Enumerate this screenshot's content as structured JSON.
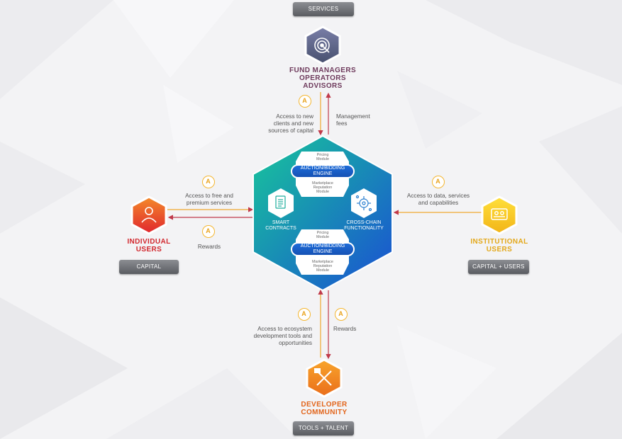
{
  "tags": {
    "services": "SERVICES",
    "capital": "CAPITAL",
    "capital_users": "CAPITAL + USERS",
    "tools_talent": "TOOLS + TALENT"
  },
  "nodes": {
    "fund_managers": "FUND MANAGERS OPERATORS ADVISORS",
    "fund_managers_lines": [
      "FUND MANAGERS",
      "OPERATORS",
      "ADVISORS"
    ],
    "individual_lines": [
      "INDIVIDUAL",
      "USERS"
    ],
    "institutional_lines": [
      "INSTITUTIONAL",
      "USERS"
    ],
    "developer_lines": [
      "DEVELOPER",
      "COMMUNITY"
    ]
  },
  "flows": {
    "top_in": [
      "Access to new",
      "clients and new",
      "sources of capital"
    ],
    "top_out": [
      "Management",
      "fees"
    ],
    "left_in": [
      "Access to free and",
      "premium services"
    ],
    "left_out": "Rewards",
    "right_in": [
      "Access to data, services",
      "and capabilities"
    ],
    "bottom_in": [
      "Access to ecosystem",
      "development tools and",
      "opportunities"
    ],
    "bottom_out": "Rewards"
  },
  "hub": {
    "upper_pricing": [
      "Pricing",
      "Module"
    ],
    "upper_engine": [
      "AUCTION/BIDDING",
      "ENGINE"
    ],
    "upper_reputation": [
      "Marketplace",
      "Reputation",
      "Module"
    ],
    "lower_pricing": [
      "Pricing",
      "Module"
    ],
    "lower_engine": [
      "AUCTION/BIDDING",
      "ENGINE"
    ],
    "lower_reputation": [
      "Marketplace",
      "Reputation",
      "Module"
    ],
    "smart_contracts": [
      "SMART",
      "CONTRACTS"
    ],
    "cross_chain": [
      "CROSS-CHAIN",
      "FUNCTIONALITY"
    ]
  },
  "token_symbol": "A",
  "colors": {
    "fund_title": "#6e3a5c",
    "individual_title": "#d2282e",
    "institutional_title": "#e3a81a",
    "developer_title": "#e2641a",
    "arrow": "#c0394a",
    "hub_top": "#17c79a",
    "hub_bottom": "#1a4fd3"
  },
  "icons": [
    "target-icon",
    "user-icon",
    "id-card-icon",
    "tools-icon",
    "document-icon",
    "gear-network-icon",
    "token-icon"
  ]
}
